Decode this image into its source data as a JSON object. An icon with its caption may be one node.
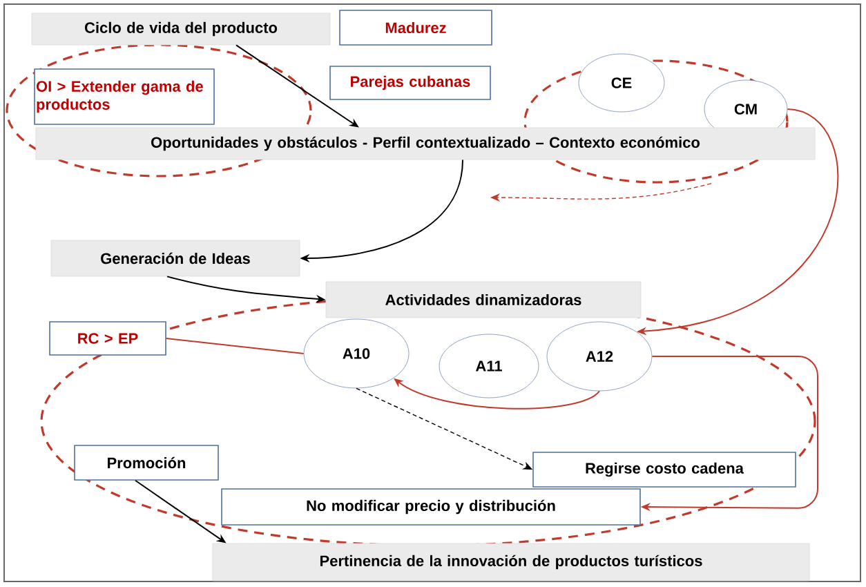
{
  "diagram": {
    "nodes": [
      {
        "text": [
          "Ciclo de vida del producto"
        ]
      },
      {
        "text": [
          "Madurez"
        ]
      },
      {
        "text": [],
        "shape": "ellipse"
      },
      {
        "text": [
          "OI > Extender gama de productos"
        ],
        "in": 2
      },
      {
        "text": [
          "Parejas cubanas"
        ]
      },
      {
        "text": [],
        "shape": "ellipse"
      },
      {
        "text": [
          "CE"
        ],
        "in": 5
      },
      {
        "text": [
          "CM"
        ],
        "in": 5
      },
      {
        "text": [
          "Oportunidades y obstáculos - Perfil contextualizado – Contexto económico"
        ]
      },
      {
        "text": [
          "Generación de Ideas"
        ]
      },
      {
        "text": [
          "Actividades dinamizadoras"
        ]
      },
      {
        "text": [],
        "shape": "ellipse"
      },
      {
        "text": [
          "RC > EP"
        ]
      },
      {
        "text": [
          "A10"
        ],
        "in": 11
      },
      {
        "text": [
          "A11"
        ],
        "in": 11
      },
      {
        "text": [
          "A12"
        ],
        "in": 11
      },
      {
        "text": [
          "Promoción"
        ],
        "in": 11
      },
      {
        "text": [
          "Regirse costo cadena"
        ],
        "in": 11
      },
      {
        "text": [
          "No modificar precio y distribución"
        ],
        "in": 11
      },
      {
        "text": [
          "Pertinencia de la innovación de productos turísticos"
        ]
      }
    ],
    "edges": [
      {
        "from": 0,
        "to": 8,
        "arrow": "to"
      },
      {
        "from": 8,
        "to": 9,
        "arrow": "to"
      },
      {
        "from": 9,
        "to": 10,
        "arrow": "to"
      },
      {
        "from": 12,
        "to": 13,
        "arrow": "none",
        "color": "#c0392b"
      },
      {
        "from": 15,
        "to": 13,
        "arrow": "to",
        "color": "#c0392b"
      },
      {
        "from": 13,
        "to": 17,
        "arrow": "to",
        "style": "dashed"
      },
      {
        "from": 7,
        "to": 15,
        "arrow": "to",
        "color": "#c0392b"
      },
      {
        "from": 15,
        "to": 18,
        "arrow": "to",
        "color": "#c0392b"
      },
      {
        "from": 5,
        "to": null,
        "arrow": "to",
        "style": "dashed",
        "color": "#c0392b"
      },
      {
        "from": 16,
        "to": 19,
        "arrow": "to"
      }
    ]
  }
}
